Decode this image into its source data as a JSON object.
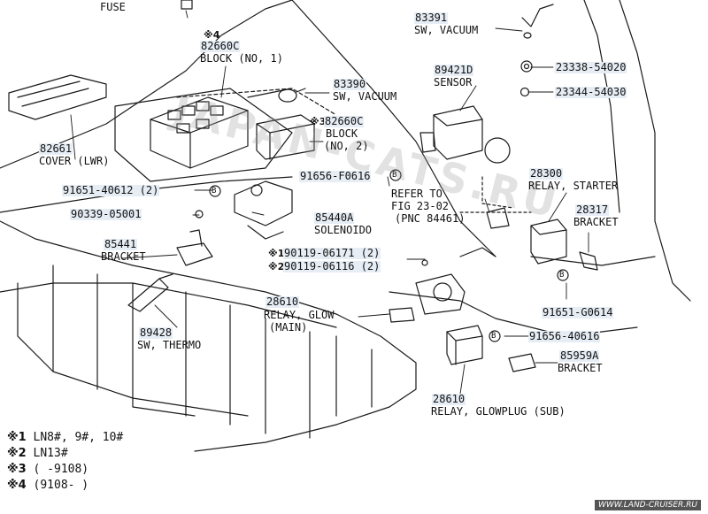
{
  "diagram": {
    "fuse": "FUSE",
    "p82660C_1": {
      "mark": "※4",
      "pn": "82660C",
      "name": "BLOCK (NO, 1)"
    },
    "p83390": {
      "pn": "83390",
      "name": "SW, VACUUM"
    },
    "p82660C_2": {
      "mark": "※3",
      "pn": "82660C",
      "name": "BLOCK",
      "name2": "(NO, 2)"
    },
    "p82661": {
      "pn": "82661",
      "name": "COVER (LWR)"
    },
    "p91651_40612": "91651-40612 (2)",
    "p91656_F0616": "91656-F0616",
    "p90339": "90339-05001",
    "p85440A": {
      "pn": "85440A",
      "name": "SOLENOIDO"
    },
    "p85441": {
      "pn": "85441",
      "name": "BRACKET"
    },
    "p90119_06171": {
      "mark": "※1",
      "pn": "90119-06171 (2)"
    },
    "p90119_06116": {
      "mark": "※2",
      "pn": "90119-06116 (2)"
    },
    "refer": {
      "l1": "REFER TO",
      "l2": "FIG  23-02",
      "l3": "(PNC 84461)"
    },
    "p83391": {
      "pn": "83391",
      "name": "SW, VACUUM"
    },
    "p23338": "23338-54020",
    "p23344": "23344-54030",
    "p89421D": {
      "pn": "89421D",
      "name": "SENSOR"
    },
    "p28300": {
      "pn": "28300",
      "name": "RELAY, STARTER"
    },
    "p28317": {
      "pn": "28317",
      "name": "BRACKET"
    },
    "p28610_main": {
      "pn": "28610",
      "name": "RELAY, GLOW",
      "name2": "(MAIN)"
    },
    "p91651_G0614": "91651-G0614",
    "p89428": {
      "pn": "89428",
      "name": "SW, THERMO"
    },
    "p91656_40616": "91656-40616",
    "p85959A": {
      "pn": "85959A",
      "name": "BRACKET"
    },
    "p28610_sub": {
      "pn": "28610",
      "name": "RELAY, GLOWPLUG (SUB)"
    }
  },
  "legend": [
    {
      "key": "※1",
      "text": "LN8#, 9#, 10#"
    },
    {
      "key": "※2",
      "text": "LN13#"
    },
    {
      "key": "※3",
      "text": "(      -9108)"
    },
    {
      "key": "※4",
      "text": "(9108-       )"
    }
  ],
  "watermark": "JAPAN-CATS.RU",
  "credit": "WWW.LAND-CRUISER.RU"
}
